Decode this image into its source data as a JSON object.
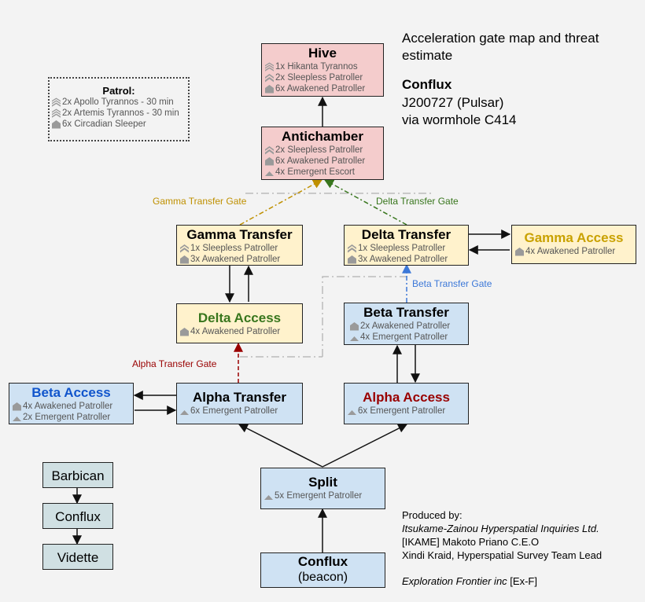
{
  "header": {
    "title_line1": "Acceleration gate map and threat",
    "title_line2": "estimate",
    "system_label": "Conflux",
    "system_id": "J200727 (Pulsar)",
    "route": "via wormhole C414"
  },
  "patrol": {
    "title": "Patrol:",
    "lines": [
      {
        "icon": "chevron-triple-icon",
        "text": "2x Apollo Tyrannos - 30 min"
      },
      {
        "icon": "chevron-triple-icon",
        "text": "2x Artemis Tyrannos - 30 min"
      },
      {
        "icon": "rank-shield-icon",
        "text": "6x Circadian Sleeper"
      }
    ]
  },
  "nodes": {
    "hive": {
      "title": "Hive",
      "lines": [
        {
          "icon": "chevron-triple-icon",
          "text": "1x Hikanta Tyrannos"
        },
        {
          "icon": "chevron-double-icon",
          "text": "2x Sleepless Patroller"
        },
        {
          "icon": "rank-shield-icon",
          "text": "6x Awakened Patroller"
        }
      ]
    },
    "antichamber": {
      "title": "Antichamber",
      "lines": [
        {
          "icon": "chevron-double-icon",
          "text": "2x Sleepless Patroller"
        },
        {
          "icon": "rank-shield-icon",
          "text": "6x Awakened Patroller"
        },
        {
          "icon": "rank-triangle-icon",
          "text": "4x Emergent Escort"
        }
      ]
    },
    "gamma_transfer": {
      "title": "Gamma Transfer",
      "lines": [
        {
          "icon": "chevron-double-icon",
          "text": "1x Sleepless Patroller"
        },
        {
          "icon": "rank-shield-icon",
          "text": "3x Awakened Patroller"
        }
      ]
    },
    "delta_transfer": {
      "title": "Delta Transfer",
      "lines": [
        {
          "icon": "chevron-double-icon",
          "text": "1x Sleepless Patroller"
        },
        {
          "icon": "rank-shield-icon",
          "text": "3x Awakened Patroller"
        }
      ]
    },
    "gamma_access": {
      "title": "Gamma Access",
      "title_color": "#c9a100",
      "lines": [
        {
          "icon": "rank-shield-icon",
          "text": "4x Awakened Patroller"
        }
      ]
    },
    "delta_access": {
      "title": "Delta Access",
      "title_color": "#38761d",
      "lines": [
        {
          "icon": "rank-shield-icon",
          "text": "4x Awakened Patroller"
        }
      ]
    },
    "beta_transfer": {
      "title": "Beta Transfer",
      "lines": [
        {
          "icon": "rank-shield-icon",
          "text": "2x Awakened Patroller"
        },
        {
          "icon": "rank-triangle-icon",
          "text": "4x Emergent Patroller"
        }
      ]
    },
    "beta_access": {
      "title": "Beta Access",
      "title_color": "#1155cc",
      "lines": [
        {
          "icon": "rank-shield-icon",
          "text": "4x Awakened Patroller"
        },
        {
          "icon": "rank-triangle-icon",
          "text": "2x Emergent Patroller"
        }
      ]
    },
    "alpha_transfer": {
      "title": "Alpha Transfer",
      "lines": [
        {
          "icon": "rank-triangle-icon",
          "text": "6x Emergent Patroller"
        }
      ]
    },
    "alpha_access": {
      "title": "Alpha Access",
      "title_color": "#990000",
      "lines": [
        {
          "icon": "rank-triangle-icon",
          "text": "6x Emergent Patroller"
        }
      ]
    },
    "split": {
      "title": "Split",
      "lines": [
        {
          "icon": "rank-triangle-icon",
          "text": "5x Emergent Patroller"
        }
      ]
    },
    "conflux_beacon": {
      "title": "Conflux",
      "subtitle": "(beacon)"
    }
  },
  "legend": {
    "barbican": "Barbican",
    "conflux": "Conflux",
    "vidette": "Vidette"
  },
  "gates": {
    "gamma": {
      "label": "Gamma Transfer Gate",
      "color": "#bf9000"
    },
    "delta": {
      "label": "Delta Transfer Gate",
      "color": "#38761d"
    },
    "beta": {
      "label": "Beta Transfer Gate",
      "color": "#3c78d8"
    },
    "alpha": {
      "label": "Alpha Transfer Gate",
      "color": "#990000"
    }
  },
  "credits": {
    "produced_by": "Produced by:",
    "company": "Itsukame-Zainou Hyperspatial Inquiries Ltd.",
    "ceo": "[IKAME]   Makoto Priano C.E.O",
    "lead": "Xindi Kraid, Hyperspatial Survey Team Lead",
    "partner": "Exploration Frontier inc",
    "partner_tag": " [Ex-F]"
  }
}
